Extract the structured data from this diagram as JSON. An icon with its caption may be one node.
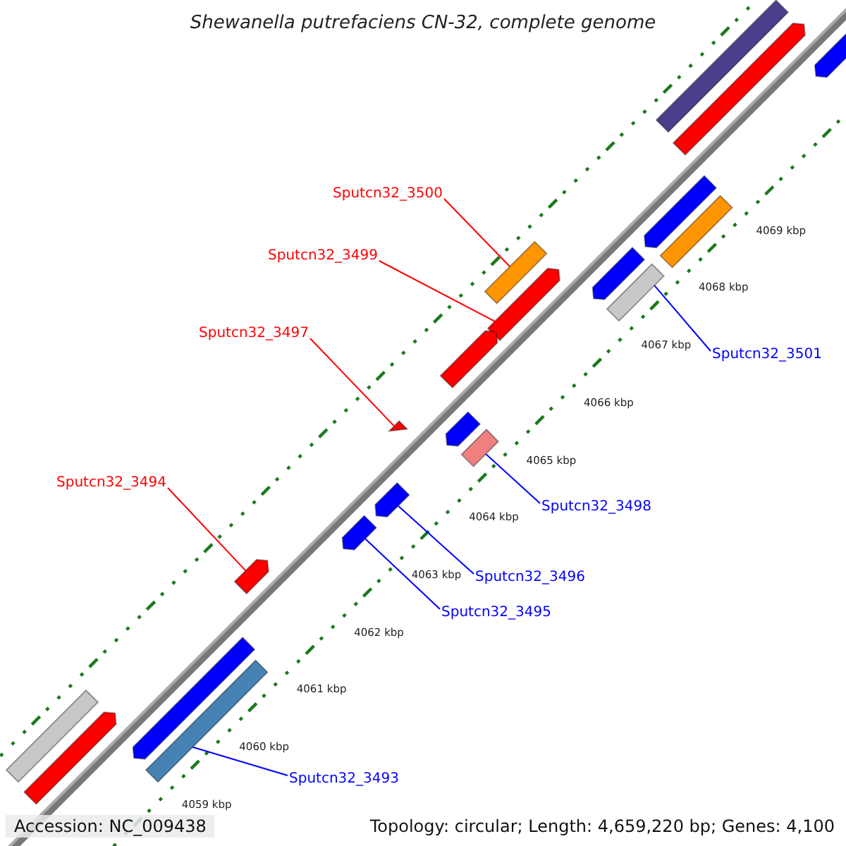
{
  "diagram": {
    "title": "Shewanella putrefaciens CN-32, complete genome",
    "nodes": [
      {
        "text": [
          "Sputcn32_3500"
        ]
      },
      {
        "text": [],
        "shape": "bar"
      },
      {
        "text": [
          "Sputcn32_3499"
        ]
      },
      {
        "text": [],
        "shape": "bar"
      },
      {
        "text": [
          "Sputcn32_3501"
        ]
      },
      {
        "text": [],
        "shape": "bar"
      },
      {
        "text": [
          "Sputcn32_3497"
        ]
      },
      {
        "text": [],
        "shape": "triangle"
      },
      {
        "text": [
          "Sputcn32_3498"
        ]
      },
      {
        "text": [],
        "shape": "bar"
      },
      {
        "text": [
          "Sputcn32_3494"
        ]
      },
      {
        "text": [],
        "shape": "bar"
      },
      {
        "text": [
          "Sputcn32_3496"
        ]
      },
      {
        "text": [],
        "shape": "bar"
      },
      {
        "text": [
          "Sputcn32_3495"
        ]
      },
      {
        "text": [],
        "shape": "bar"
      },
      {
        "text": [
          "Sputcn32_3493"
        ]
      },
      {
        "text": [],
        "shape": "bar"
      },
      {
        "text": [],
        "shape": "bar"
      },
      {
        "text": [],
        "shape": "bar"
      },
      {
        "text": [],
        "shape": "bar"
      },
      {
        "text": [],
        "shape": "bar"
      },
      {
        "text": [],
        "shape": "bar"
      },
      {
        "text": [],
        "shape": "bar"
      },
      {
        "text": [],
        "shape": "bar"
      },
      {
        "text": [],
        "shape": "bar"
      },
      {
        "text": [],
        "shape": "bar"
      },
      {
        "text": [],
        "shape": "bar"
      },
      {
        "text": [],
        "shape": "bar"
      }
    ],
    "edges": [
      {
        "from": 0,
        "to": 1,
        "arrow": "none",
        "color": "#ff0000"
      },
      {
        "from": 2,
        "to": 3,
        "arrow": "none",
        "color": "#ff0000"
      },
      {
        "from": 4,
        "to": 5,
        "arrow": "none"
      },
      {
        "from": 6,
        "to": 7,
        "arrow": "none",
        "color": "#ff0000"
      },
      {
        "from": 8,
        "to": 9,
        "arrow": "none"
      },
      {
        "from": 10,
        "to": 11,
        "arrow": "none",
        "color": "#ff0000"
      },
      {
        "from": 12,
        "to": 13,
        "arrow": "none"
      },
      {
        "from": 14,
        "to": 15,
        "arrow": "none"
      },
      {
        "from": 16,
        "to": 17,
        "arrow": "none"
      }
    ],
    "labels": [
      "4069 kbp",
      "4068 kbp",
      "4067 kbp",
      "4066 kbp",
      "4065 kbp",
      "4064 kbp",
      "4063 kbp",
      "4062 kbp",
      "4061 kbp",
      "4060 kbp",
      "4059 kbp",
      "Accession: NC_009438",
      "Topology: circular; Length: 4,659,220 bp; Genes: 4,100"
    ]
  }
}
